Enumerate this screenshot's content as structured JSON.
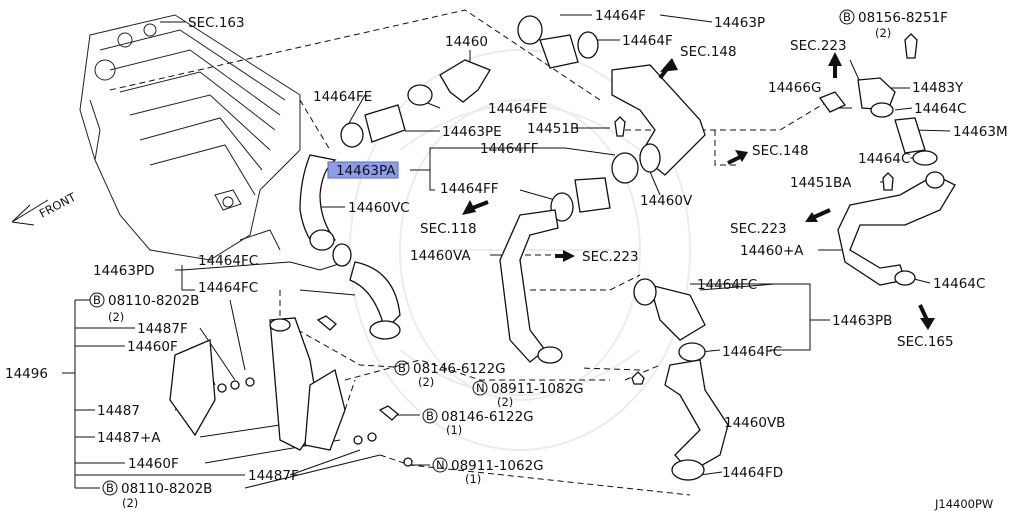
{
  "labels": {
    "sec163": "SEC.163",
    "p14464F_a": "14464F",
    "p14463P": "14463P",
    "p14464F_b": "14464F",
    "sec148_top": "SEC.148",
    "p14460": "14460",
    "b08156": "08156-8251F",
    "b08156_qty": "(2)",
    "sec223_top": "SEC.223",
    "p14466G": "14466G",
    "p14483Y": "14483Y",
    "p14464C_a": "14464C",
    "p14463M": "14463M",
    "p14464C_b": "14464C",
    "p14451BA": "14451BA",
    "p14464FE_a": "14464FE",
    "p14464FE_b": "14464FE",
    "p14463PE": "14463PE",
    "p14451B": "14451B",
    "p14463PA": "14463PA",
    "p14464FF_a": "14464FF",
    "sec148_mid": "SEC.148",
    "p14464FF_b": "14464FF",
    "p14460V": "14460V",
    "front": "FRONT",
    "p14460VC": "14460VC",
    "sec118": "SEC.118",
    "sec223_right": "SEC.223",
    "p14460A": "14460+A",
    "p14460VA": "14460VA",
    "sec223_mid": "SEC.223",
    "p14463PD": "14463PD",
    "p14464FC_a": "14464FC",
    "p14464FC_b": "14464FC",
    "p14464FC_c": "14464FC",
    "p14464C_c": "14464C",
    "b08110_a": "08110-8202B",
    "b08110_a_qty": "(2)",
    "p14463PB": "14463PB",
    "sec165": "SEC.165",
    "p14487F_a": "14487F",
    "p14460F_a": "14460F",
    "p14464FC_d": "14464FC",
    "b08146_a": "08146-6122G",
    "b08146_a_qty": "(2)",
    "p14496": "14496",
    "n08911_a": "08911-1082G",
    "n08911_a_qty": "(2)",
    "p14487": "14487",
    "b08146_b": "08146-6122G",
    "b08146_b_qty": "(1)",
    "p14460VB": "14460VB",
    "p14487A": "14487+A",
    "p14460F_b": "14460F",
    "p14487F_b": "14487F",
    "n08911_b": "08911-1062G",
    "n08911_b_qty": "(1)",
    "p14464FD": "14464FD",
    "b08110_b": "08110-8202B",
    "b08110_b_qty": "(2)",
    "diagram_id": "J14400PW"
  },
  "symbols": {
    "bolt_prefix": "B",
    "nut_prefix": "N"
  },
  "colors": {
    "highlight": "#8f9de8",
    "ink": "#111111"
  }
}
